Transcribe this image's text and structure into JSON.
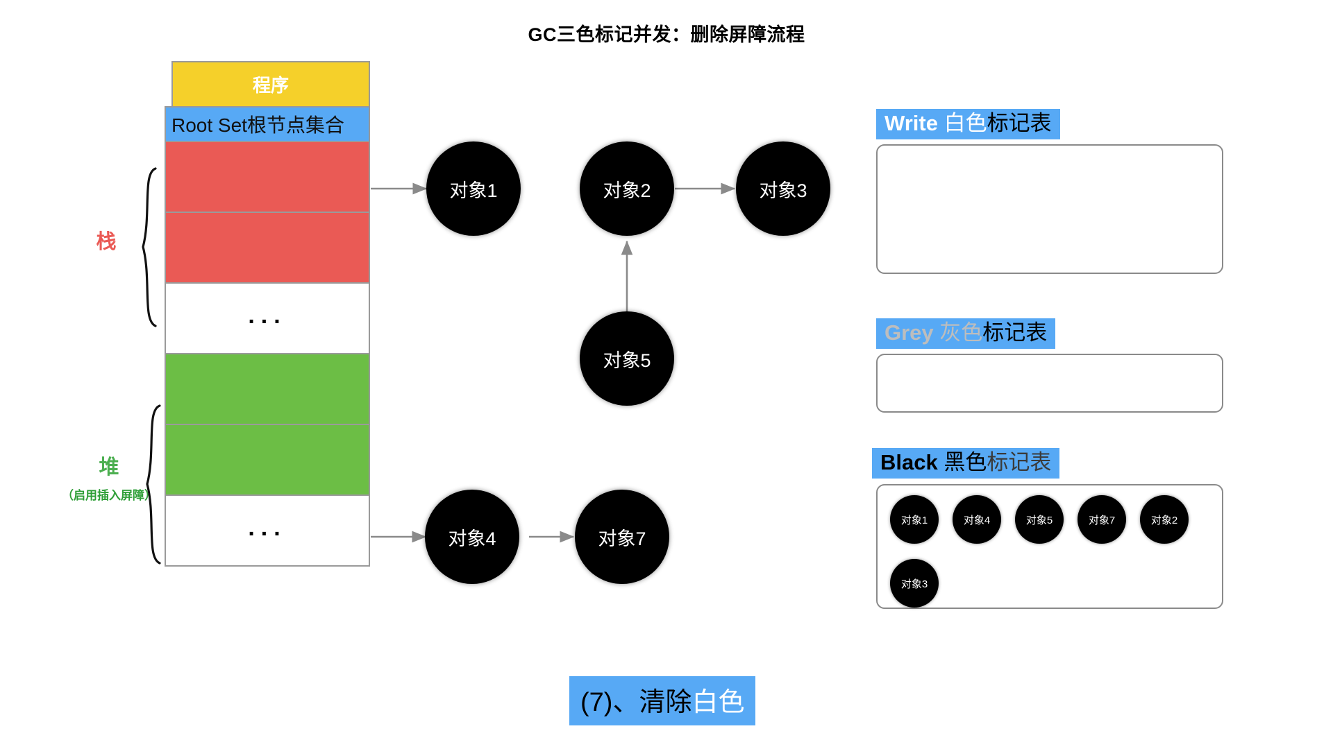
{
  "title": "GC三色标记并发：删除屏障流程",
  "memory_column": {
    "program_label": "程序",
    "root_set_label": "Root Set根节点集合",
    "cells": [
      {
        "kind": "program",
        "label": "程序",
        "color": "#f5d02a"
      },
      {
        "kind": "rootset",
        "label": "Root Set根节点集合",
        "color": "#57a9f5"
      },
      {
        "kind": "red",
        "label": "",
        "color": "#ea5a55"
      },
      {
        "kind": "red",
        "label": "",
        "color": "#ea5a55"
      },
      {
        "kind": "blank",
        "label": "...",
        "color": "#ffffff"
      },
      {
        "kind": "green",
        "label": "",
        "color": "#6cbe45"
      },
      {
        "kind": "green",
        "label": "",
        "color": "#6cbe45"
      },
      {
        "kind": "blank",
        "label": "...",
        "color": "#ffffff"
      }
    ],
    "ellipsis": "..."
  },
  "region_labels": {
    "stack": "栈",
    "stack_color": "#ea5a55",
    "heap": "堆",
    "heap_note": "（启用插入屏障）",
    "heap_color": "#4caf50"
  },
  "graph": {
    "nodes": [
      {
        "id": "obj1",
        "label": "对象1"
      },
      {
        "id": "obj2",
        "label": "对象2"
      },
      {
        "id": "obj3",
        "label": "对象3"
      },
      {
        "id": "obj5",
        "label": "对象5"
      },
      {
        "id": "obj4",
        "label": "对象4"
      },
      {
        "id": "obj7",
        "label": "对象7"
      }
    ],
    "edges": [
      {
        "from": "root-stack",
        "to": "obj1"
      },
      {
        "from": "obj2",
        "to": "obj3"
      },
      {
        "from": "obj5",
        "to": "obj2"
      },
      {
        "from": "root-heap",
        "to": "obj4"
      },
      {
        "from": "obj4",
        "to": "obj7"
      }
    ]
  },
  "tables": [
    {
      "id": "white",
      "en": "Write",
      "cn": "白色",
      "tail": "标记表",
      "en_color": "#ffffff",
      "header_bg": "#57a9f5",
      "items": []
    },
    {
      "id": "grey",
      "en": "Grey",
      "cn": "灰色",
      "tail": "标记表",
      "en_color": "#bdbdbd",
      "header_bg": "#57a9f5",
      "items": []
    },
    {
      "id": "black",
      "en": "Black",
      "cn": "黑色",
      "tail": "标记表",
      "en_color": "#000000",
      "header_bg": "#57a9f5",
      "items": [
        "对象1",
        "对象4",
        "对象5",
        "对象7",
        "对象2",
        "对象3"
      ]
    }
  ],
  "caption": {
    "prefix": "(7)、清除",
    "highlight": "白色",
    "bg": "#57a9f5"
  }
}
